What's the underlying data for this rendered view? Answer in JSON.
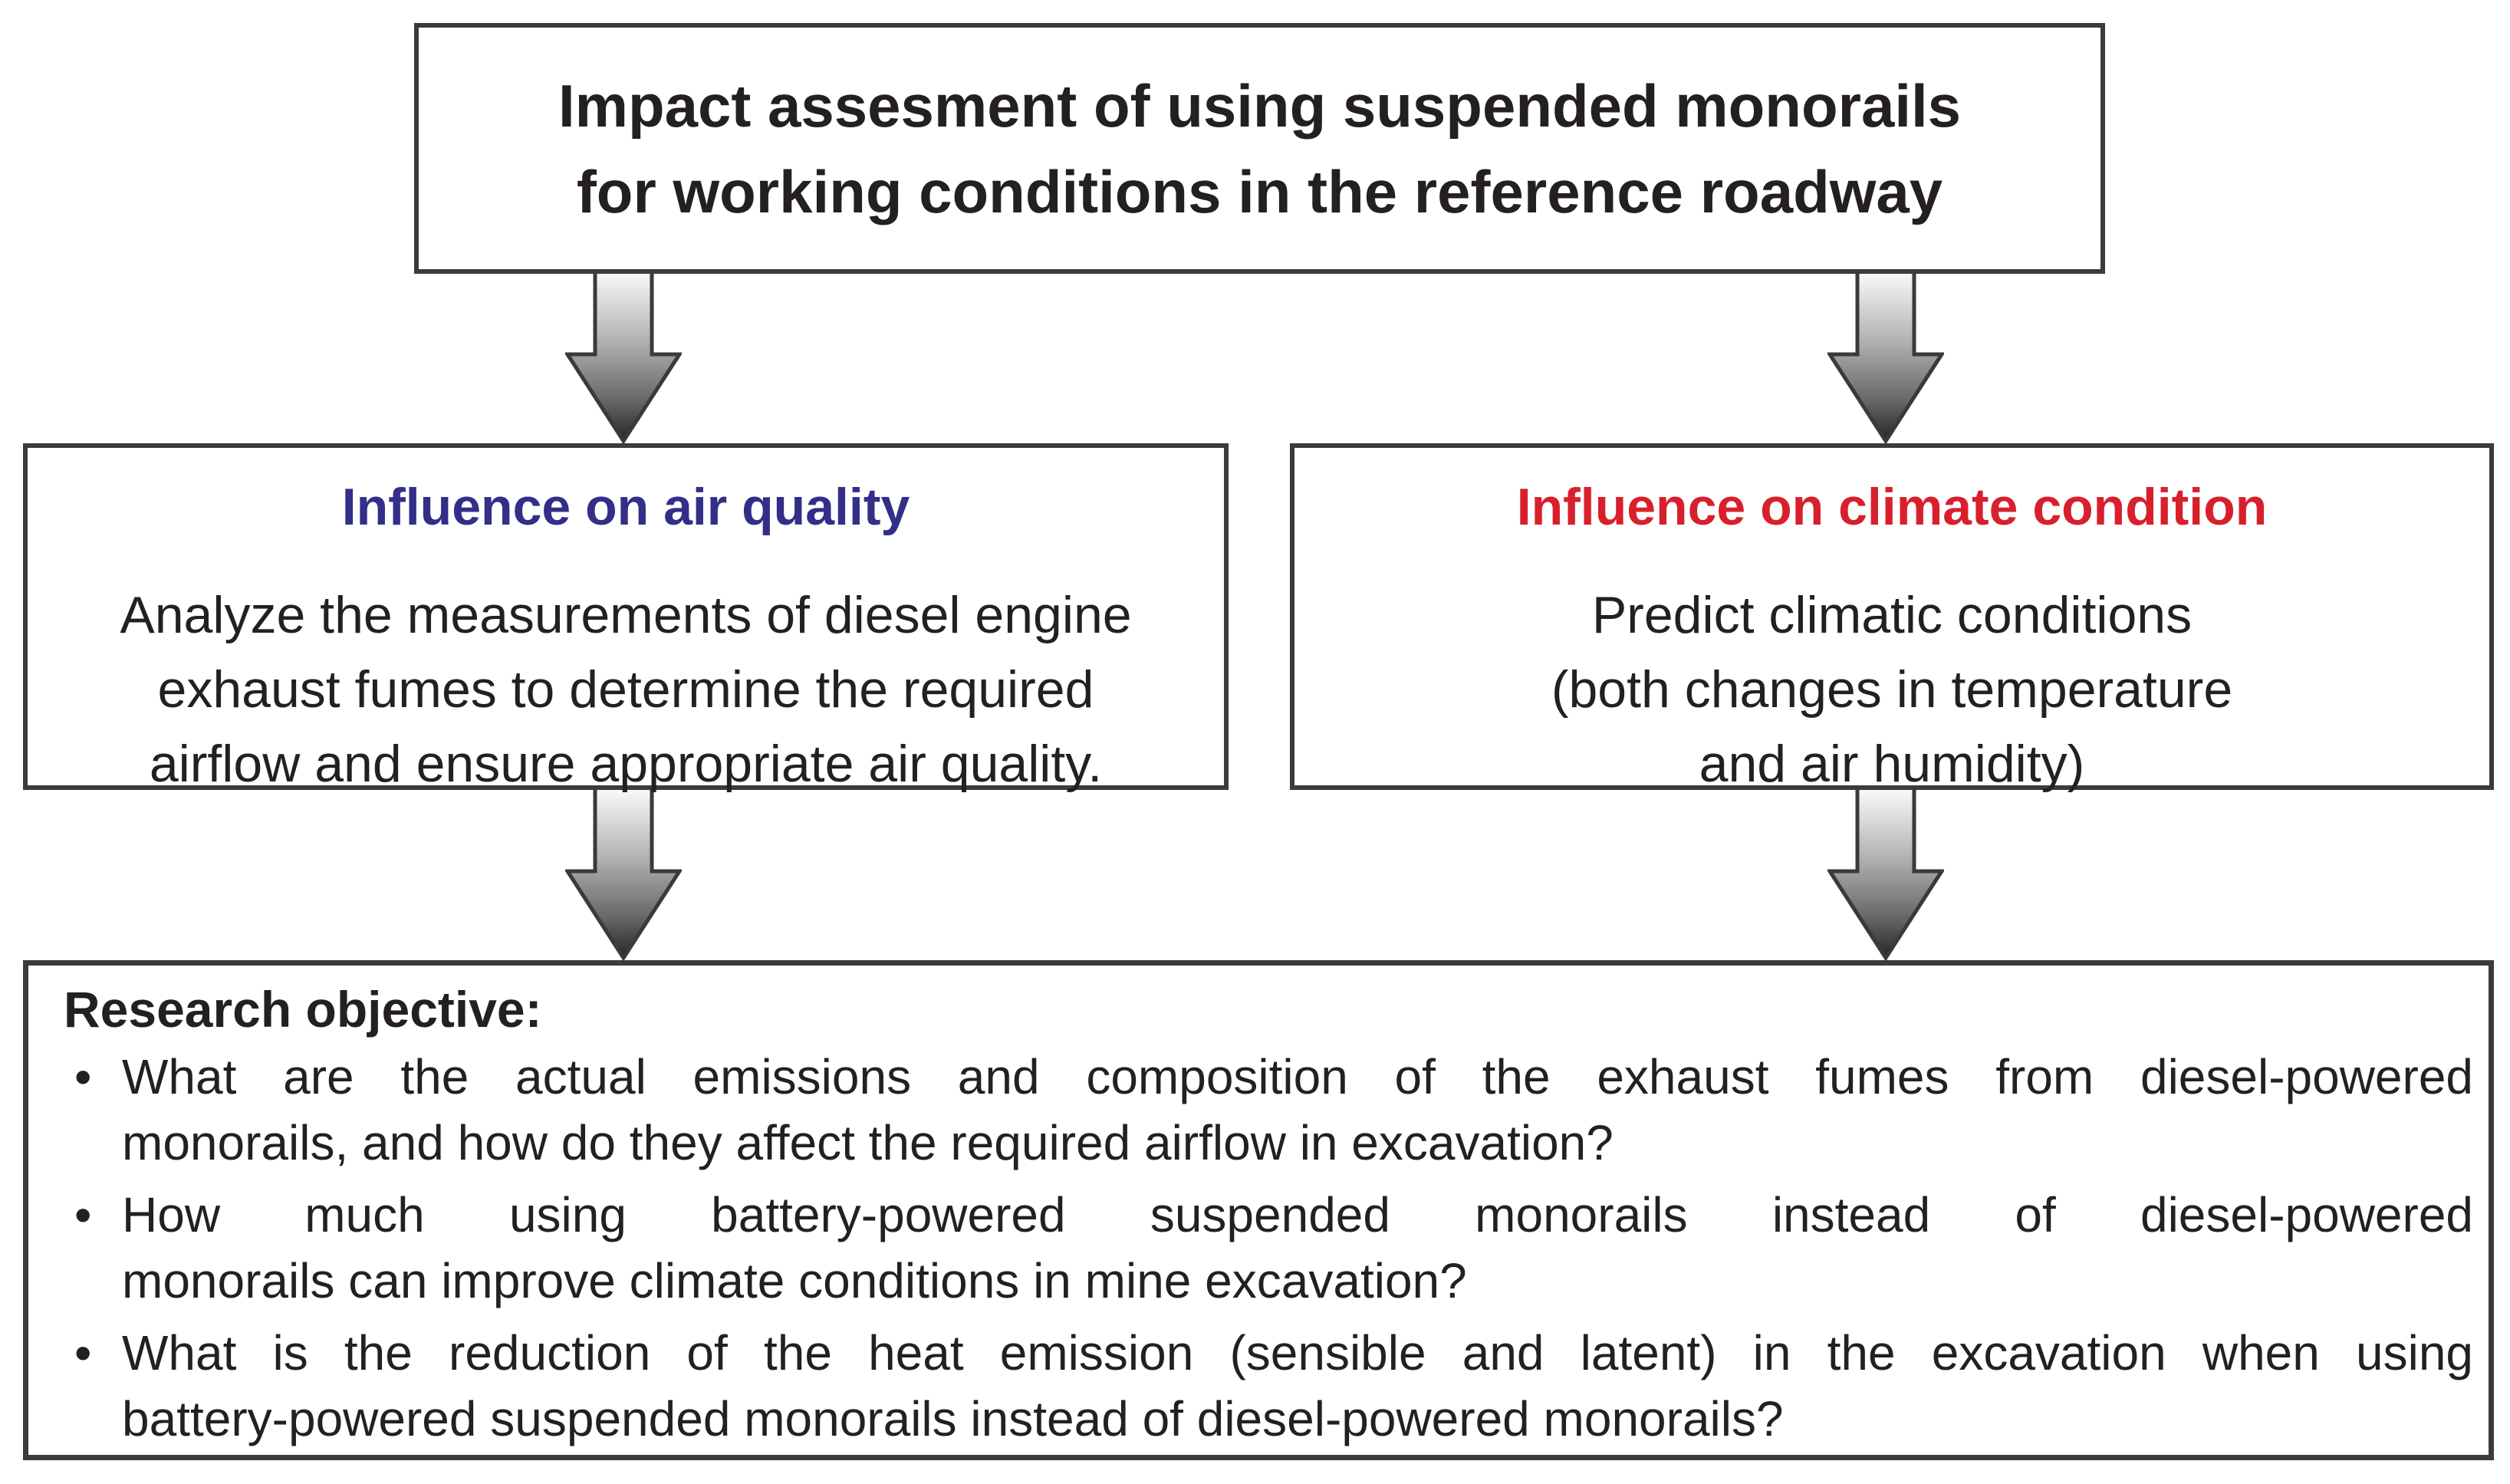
{
  "diagram": {
    "top_box": {
      "line1": "Impact assesment of using suspended monorails",
      "line2": "for working conditions in the reference roadway"
    },
    "air_quality_box": {
      "title": "Influence on air quality",
      "title_color": "#332e87",
      "body_line1": "Analyze the measurements of diesel engine",
      "body_line2": "exhaust fumes to determine the required",
      "body_line3": "airflow and ensure appropriate air quality."
    },
    "climate_box": {
      "title": "Influence on climate condition",
      "title_color": "#d8202c",
      "body_line1": "Predict climatic conditions",
      "body_line2": "(both changes in temperature",
      "body_line3": "and air humidity)"
    },
    "research_box": {
      "heading": "Research objective:",
      "bullets": [
        {
          "marker": "•",
          "line1": "What are the actual emissions and composition of the exhaust fumes from diesel-powered",
          "line2": "monorails, and how do they affect the required airflow in excavation?"
        },
        {
          "marker": "•",
          "line1": "How much using battery-powered suspended monorails instead of diesel-powered",
          "line2": "monorails can improve climate conditions in mine excavation?"
        },
        {
          "marker": "•",
          "line1": "What is the reduction of the heat emission (sensible and latent) in the excavation when using",
          "line2": "battery-powered suspended monorails instead of diesel-powered monorails?"
        }
      ]
    },
    "colors": {
      "border": "#3b3b3b",
      "text": "#241f21",
      "arrow_gradient_top": "#fbfbfb",
      "arrow_gradient_bottom": "#262626",
      "arrow_outline": "#3a3a3a",
      "background": "#ffffff"
    }
  }
}
